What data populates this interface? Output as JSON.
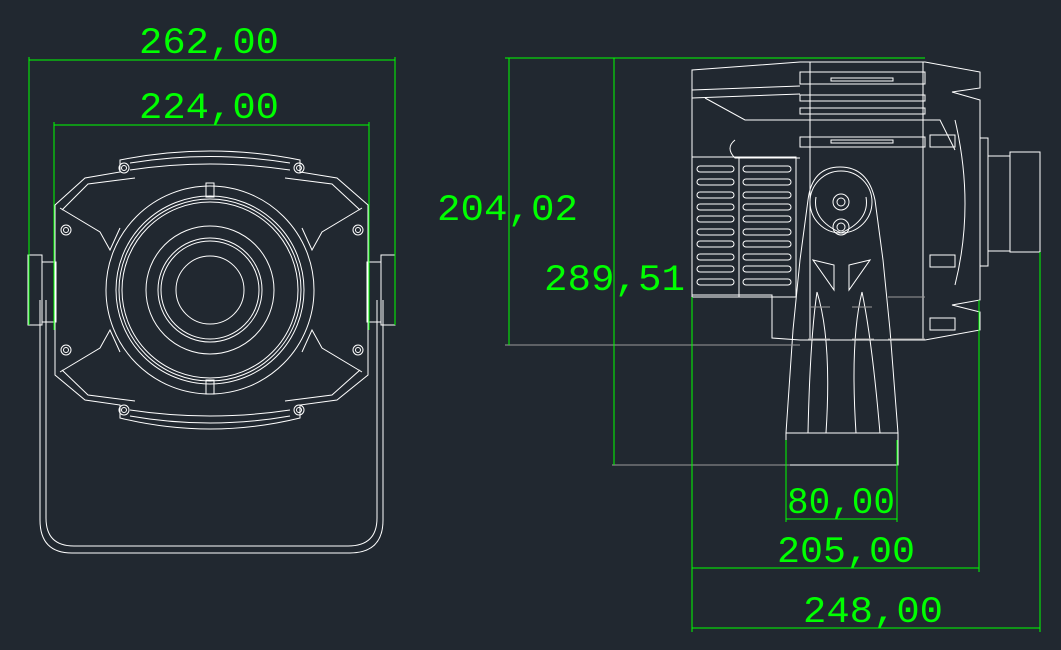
{
  "colors": {
    "background": "#212830",
    "dimension": "#00ff00",
    "geometry": "#ffffff"
  },
  "front_view": {
    "dimensions": {
      "overall_width": "262,00",
      "housing_width": "224,00"
    }
  },
  "side_view": {
    "dimensions": {
      "housing_height": "204,02",
      "overall_height": "289,51",
      "base_width": "80,00",
      "body_depth": "205,00",
      "overall_depth": "248,00"
    }
  }
}
